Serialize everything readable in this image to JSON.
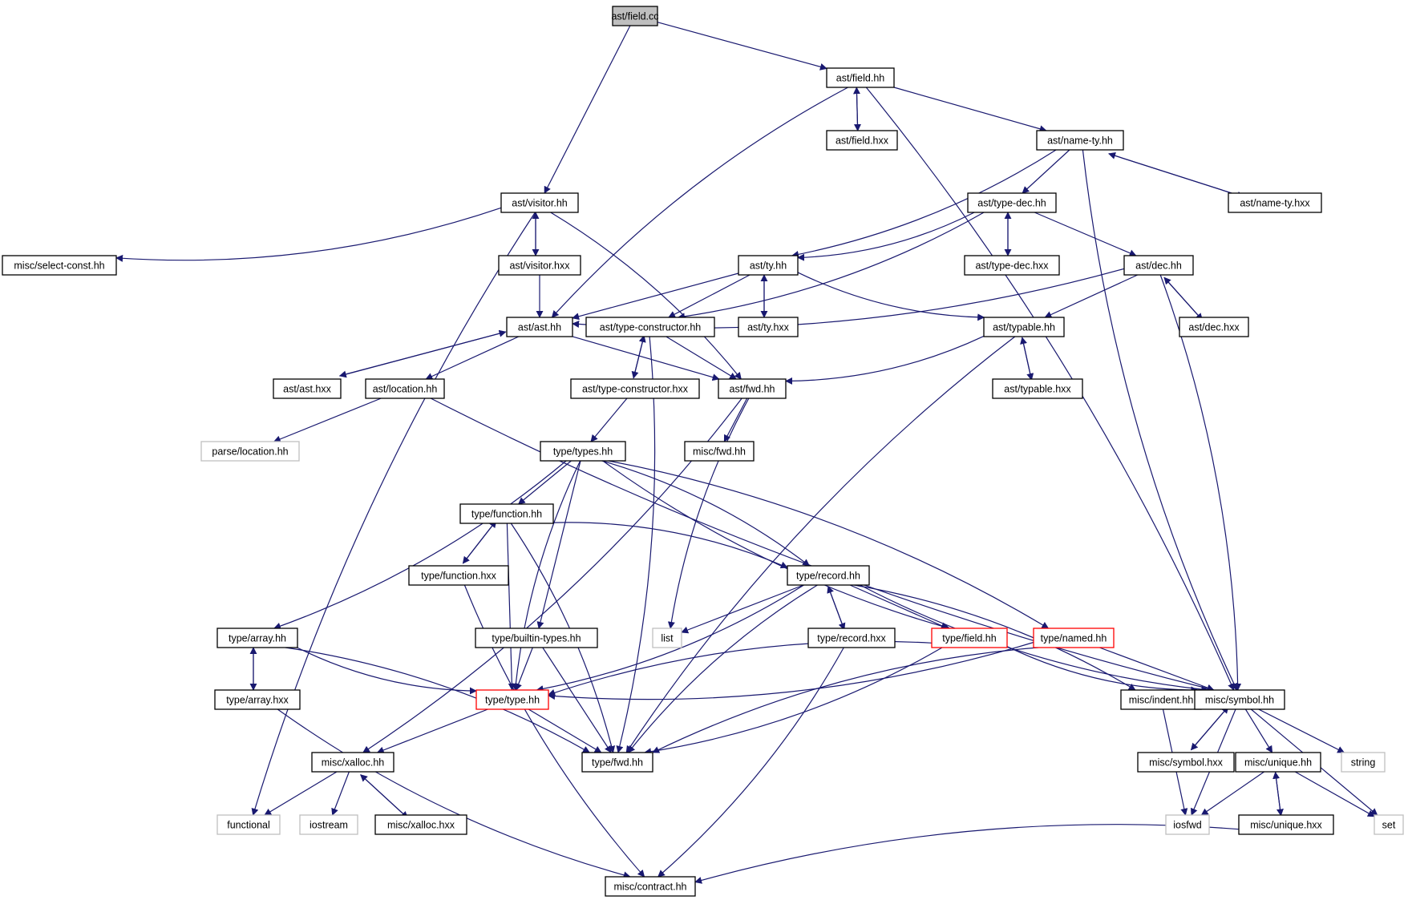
{
  "colors": {
    "edge": "#191970",
    "root_fill": "#bfbfbf",
    "highlight": "#ff0000",
    "system_header": "#bfbfbf"
  },
  "nodes": [
    {
      "id": "field_cc",
      "label": "ast/field.cc",
      "kind": "root"
    },
    {
      "id": "field_hh",
      "label": "ast/field.hh",
      "kind": "normal"
    },
    {
      "id": "field_hxx",
      "label": "ast/field.hxx",
      "kind": "normal"
    },
    {
      "id": "name_ty_hh",
      "label": "ast/name-ty.hh",
      "kind": "normal"
    },
    {
      "id": "name_ty_hxx",
      "label": "ast/name-ty.hxx",
      "kind": "normal"
    },
    {
      "id": "visitor_hh",
      "label": "ast/visitor.hh",
      "kind": "normal"
    },
    {
      "id": "visitor_hxx",
      "label": "ast/visitor.hxx",
      "kind": "normal"
    },
    {
      "id": "select_const",
      "label": "misc/select-const.hh",
      "kind": "normal"
    },
    {
      "id": "type_dec_hh",
      "label": "ast/type-dec.hh",
      "kind": "normal"
    },
    {
      "id": "type_dec_hxx",
      "label": "ast/type-dec.hxx",
      "kind": "normal"
    },
    {
      "id": "ty_hh",
      "label": "ast/ty.hh",
      "kind": "normal"
    },
    {
      "id": "ty_hxx",
      "label": "ast/ty.hxx",
      "kind": "normal"
    },
    {
      "id": "dec_hh",
      "label": "ast/dec.hh",
      "kind": "normal"
    },
    {
      "id": "dec_hxx",
      "label": "ast/dec.hxx",
      "kind": "normal"
    },
    {
      "id": "ast_hh",
      "label": "ast/ast.hh",
      "kind": "normal"
    },
    {
      "id": "ast_hxx",
      "label": "ast/ast.hxx",
      "kind": "normal"
    },
    {
      "id": "type_ctor_hh",
      "label": "ast/type-constructor.hh",
      "kind": "normal"
    },
    {
      "id": "type_ctor_hxx",
      "label": "ast/type-constructor.hxx",
      "kind": "normal"
    },
    {
      "id": "typable_hh",
      "label": "ast/typable.hh",
      "kind": "normal"
    },
    {
      "id": "typable_hxx",
      "label": "ast/typable.hxx",
      "kind": "normal"
    },
    {
      "id": "location_hh",
      "label": "ast/location.hh",
      "kind": "normal"
    },
    {
      "id": "ast_fwd_hh",
      "label": "ast/fwd.hh",
      "kind": "normal"
    },
    {
      "id": "parse_location",
      "label": "parse/location.hh",
      "kind": "gray"
    },
    {
      "id": "misc_fwd",
      "label": "misc/fwd.hh",
      "kind": "normal"
    },
    {
      "id": "types_hh",
      "label": "type/types.hh",
      "kind": "normal"
    },
    {
      "id": "function_hh",
      "label": "type/function.hh",
      "kind": "normal"
    },
    {
      "id": "function_hxx",
      "label": "type/function.hxx",
      "kind": "normal"
    },
    {
      "id": "record_hh",
      "label": "type/record.hh",
      "kind": "normal"
    },
    {
      "id": "record_hxx",
      "label": "type/record.hxx",
      "kind": "normal"
    },
    {
      "id": "list",
      "label": "list",
      "kind": "gray"
    },
    {
      "id": "type_field_hh",
      "label": "type/field.hh",
      "kind": "red"
    },
    {
      "id": "named_hh",
      "label": "type/named.hh",
      "kind": "red"
    },
    {
      "id": "builtin_types",
      "label": "type/builtin-types.hh",
      "kind": "normal"
    },
    {
      "id": "array_hh",
      "label": "type/array.hh",
      "kind": "normal"
    },
    {
      "id": "array_hxx",
      "label": "type/array.hxx",
      "kind": "normal"
    },
    {
      "id": "type_type_hh",
      "label": "type/type.hh",
      "kind": "red"
    },
    {
      "id": "misc_indent",
      "label": "misc/indent.hh",
      "kind": "normal"
    },
    {
      "id": "symbol_hh",
      "label": "misc/symbol.hh",
      "kind": "normal"
    },
    {
      "id": "symbol_hxx",
      "label": "misc/symbol.hxx",
      "kind": "normal"
    },
    {
      "id": "xalloc_hh",
      "label": "misc/xalloc.hh",
      "kind": "normal"
    },
    {
      "id": "xalloc_hxx",
      "label": "misc/xalloc.hxx",
      "kind": "normal"
    },
    {
      "id": "type_fwd_hh",
      "label": "type/fwd.hh",
      "kind": "normal"
    },
    {
      "id": "unique_hh",
      "label": "misc/unique.hh",
      "kind": "normal"
    },
    {
      "id": "unique_hxx",
      "label": "misc/unique.hxx",
      "kind": "normal"
    },
    {
      "id": "string",
      "label": "string",
      "kind": "gray"
    },
    {
      "id": "set",
      "label": "set",
      "kind": "gray"
    },
    {
      "id": "iosfwd",
      "label": "iosfwd",
      "kind": "gray"
    },
    {
      "id": "functional",
      "label": "functional",
      "kind": "gray"
    },
    {
      "id": "iostream",
      "label": "iostream",
      "kind": "gray"
    },
    {
      "id": "contract_hh",
      "label": "misc/contract.hh",
      "kind": "normal"
    }
  ],
  "edges": [
    [
      "field_cc",
      "field_hh"
    ],
    [
      "field_cc",
      "visitor_hh"
    ],
    [
      "field_hh",
      "field_hxx"
    ],
    [
      "field_hxx",
      "field_hh"
    ],
    [
      "field_hh",
      "name_ty_hh"
    ],
    [
      "field_hh",
      "ast_hh"
    ],
    [
      "field_hh",
      "symbol_hh"
    ],
    [
      "name_ty_hh",
      "name_ty_hxx"
    ],
    [
      "name_ty_hxx",
      "name_ty_hh"
    ],
    [
      "name_ty_hh",
      "type_dec_hh"
    ],
    [
      "name_ty_hh",
      "ty_hh"
    ],
    [
      "name_ty_hh",
      "symbol_hh"
    ],
    [
      "visitor_hh",
      "visitor_hxx"
    ],
    [
      "visitor_hxx",
      "visitor_hh"
    ],
    [
      "visitor_hh",
      "select_const"
    ],
    [
      "visitor_hh",
      "functional"
    ],
    [
      "visitor_hh",
      "ast_fwd_hh"
    ],
    [
      "visitor_hxx",
      "ast_hh"
    ],
    [
      "type_dec_hh",
      "type_dec_hxx"
    ],
    [
      "type_dec_hxx",
      "type_dec_hh"
    ],
    [
      "type_dec_hh",
      "ty_hh"
    ],
    [
      "type_dec_hh",
      "dec_hh"
    ],
    [
      "type_dec_hh",
      "type_ctor_hh"
    ],
    [
      "ty_hh",
      "ty_hxx"
    ],
    [
      "ty_hxx",
      "ty_hh"
    ],
    [
      "ty_hh",
      "ast_hh"
    ],
    [
      "ty_hh",
      "type_ctor_hh"
    ],
    [
      "ty_hh",
      "typable_hh"
    ],
    [
      "dec_hh",
      "dec_hxx"
    ],
    [
      "dec_hxx",
      "dec_hh"
    ],
    [
      "dec_hh",
      "ast_hh"
    ],
    [
      "dec_hh",
      "typable_hh"
    ],
    [
      "dec_hh",
      "symbol_hh"
    ],
    [
      "ast_hh",
      "ast_hxx"
    ],
    [
      "ast_hxx",
      "ast_hh"
    ],
    [
      "ast_hh",
      "location_hh"
    ],
    [
      "ast_hh",
      "ast_fwd_hh"
    ],
    [
      "type_ctor_hh",
      "type_ctor_hxx"
    ],
    [
      "type_ctor_hxx",
      "type_ctor_hh"
    ],
    [
      "type_ctor_hh",
      "ast_fwd_hh"
    ],
    [
      "type_ctor_hh",
      "type_fwd_hh"
    ],
    [
      "type_ctor_hxx",
      "types_hh"
    ],
    [
      "typable_hh",
      "typable_hxx"
    ],
    [
      "typable_hxx",
      "typable_hh"
    ],
    [
      "typable_hh",
      "ast_fwd_hh"
    ],
    [
      "typable_hh",
      "type_fwd_hh"
    ],
    [
      "location_hh",
      "parse_location"
    ],
    [
      "location_hh",
      "symbol_hh"
    ],
    [
      "ast_fwd_hh",
      "misc_fwd"
    ],
    [
      "ast_fwd_hh",
      "list"
    ],
    [
      "ast_fwd_hh",
      "xalloc_hh"
    ],
    [
      "types_hh",
      "function_hh"
    ],
    [
      "types_hh",
      "record_hh"
    ],
    [
      "types_hh",
      "type_field_hh"
    ],
    [
      "types_hh",
      "named_hh"
    ],
    [
      "types_hh",
      "builtin_types"
    ],
    [
      "types_hh",
      "array_hh"
    ],
    [
      "types_hh",
      "type_type_hh"
    ],
    [
      "function_hh",
      "function_hxx"
    ],
    [
      "function_hxx",
      "function_hh"
    ],
    [
      "function_hh",
      "record_hh"
    ],
    [
      "function_hh",
      "type_type_hh"
    ],
    [
      "function_hh",
      "type_fwd_hh"
    ],
    [
      "function_hxx",
      "contract_hh"
    ],
    [
      "record_hh",
      "record_hxx"
    ],
    [
      "record_hxx",
      "record_hh"
    ],
    [
      "record_hh",
      "list"
    ],
    [
      "record_hh",
      "type_field_hh"
    ],
    [
      "record_hh",
      "type_type_hh"
    ],
    [
      "record_hh",
      "type_fwd_hh"
    ],
    [
      "record_hh",
      "misc_indent"
    ],
    [
      "record_hh",
      "symbol_hh"
    ],
    [
      "record_hxx",
      "contract_hh"
    ],
    [
      "type_field_hh",
      "type_type_hh"
    ],
    [
      "type_field_hh",
      "type_fwd_hh"
    ],
    [
      "type_field_hh",
      "symbol_hh"
    ],
    [
      "named_hh",
      "type_type_hh"
    ],
    [
      "named_hh",
      "type_fwd_hh"
    ],
    [
      "named_hh",
      "symbol_hh"
    ],
    [
      "builtin_types",
      "type_type_hh"
    ],
    [
      "builtin_types",
      "type_fwd_hh"
    ],
    [
      "array_hh",
      "array_hxx"
    ],
    [
      "array_hxx",
      "array_hh"
    ],
    [
      "array_hh",
      "type_type_hh"
    ],
    [
      "array_hh",
      "type_fwd_hh"
    ],
    [
      "array_hxx",
      "contract_hh"
    ],
    [
      "type_type_hh",
      "xalloc_hh"
    ],
    [
      "type_type_hh",
      "type_fwd_hh"
    ],
    [
      "misc_indent",
      "iosfwd"
    ],
    [
      "symbol_hh",
      "symbol_hxx"
    ],
    [
      "symbol_hxx",
      "symbol_hh"
    ],
    [
      "symbol_hh",
      "unique_hh"
    ],
    [
      "symbol_hh",
      "string"
    ],
    [
      "symbol_hh",
      "set"
    ],
    [
      "symbol_hh",
      "iosfwd"
    ],
    [
      "xalloc_hh",
      "xalloc_hxx"
    ],
    [
      "xalloc_hxx",
      "xalloc_hh"
    ],
    [
      "xalloc_hh",
      "functional"
    ],
    [
      "xalloc_hh",
      "iostream"
    ],
    [
      "unique_hh",
      "unique_hxx"
    ],
    [
      "unique_hxx",
      "unique_hh"
    ],
    [
      "unique_hh",
      "set"
    ],
    [
      "unique_hh",
      "iosfwd"
    ],
    [
      "unique_hxx",
      "contract_hh"
    ]
  ]
}
